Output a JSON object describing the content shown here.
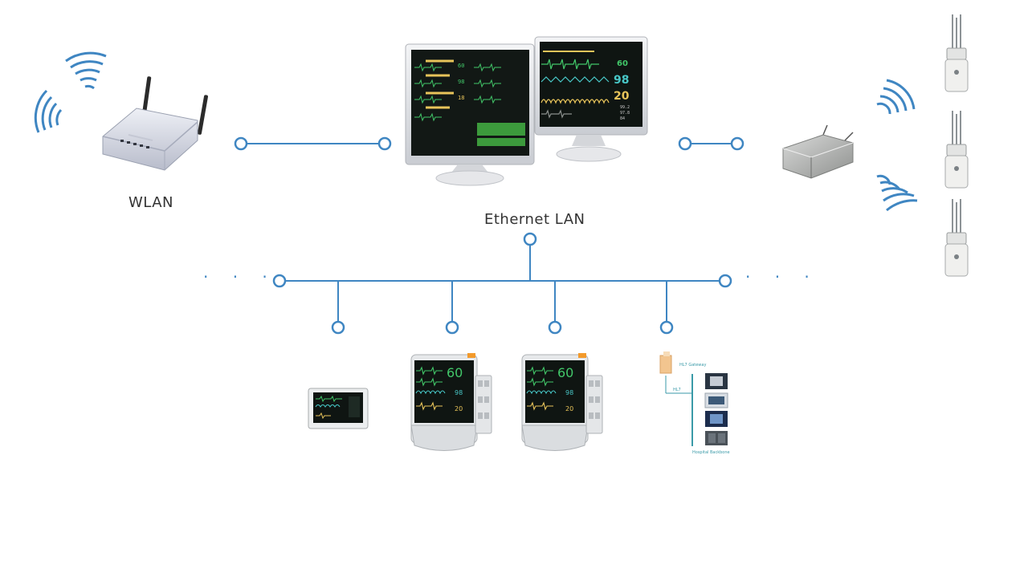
{
  "diagram": {
    "wlan_label": "WLAN",
    "lan_label": "Ethernet LAN",
    "continuation": "· · ·",
    "accent_color": "#3f86c2"
  },
  "central_station": {
    "left_monitor": {
      "readings": [
        "60",
        "98",
        "18"
      ]
    },
    "right_monitor": {
      "hr": "60",
      "spo2": "98",
      "resp": "20",
      "side": [
        "99.2",
        "97.8",
        "84"
      ]
    }
  },
  "bedside_monitors": [
    {
      "hr": "60",
      "spo2": "98",
      "resp": "20"
    },
    {
      "hr": "60",
      "spo2": "98",
      "resp": "20"
    }
  ],
  "gateway_panel": {
    "title": "HL7 Gateway",
    "link": "HL7",
    "backbone": "Hospital Backbone"
  }
}
